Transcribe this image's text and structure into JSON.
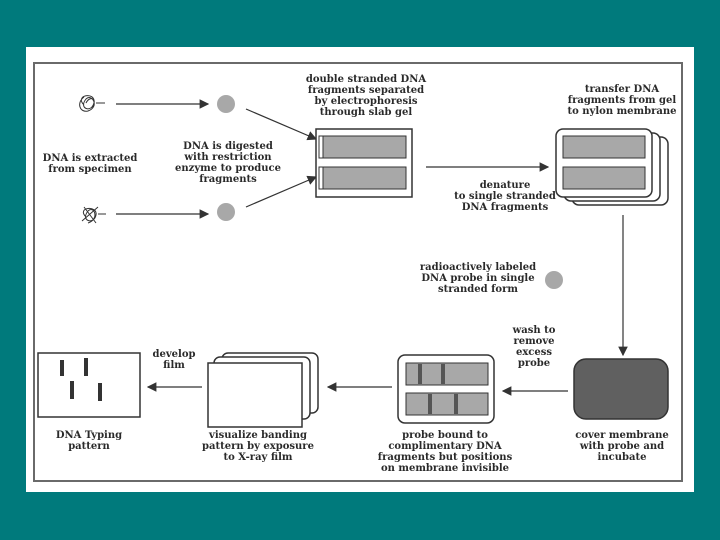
{
  "diagram": {
    "labels": {
      "extracted": "DNA is extracted\nfrom specimen",
      "digested": "DNA is digested\nwith restriction\nenzyme to produce\nfragments",
      "separated": "double stranded DNA\nfragments separated\nby electrophoresis\nthrough slab gel",
      "transfer": "transfer DNA\nfragments from gel\nto nylon membrane",
      "denature": "denature\nto single stranded\nDNA fragments",
      "probe": "radioactively labeled\nDNA probe in single\nstranded form",
      "wash": "wash to\nremove\nexcess\nprobe",
      "cover": "cover membrane\nwith probe and\nincubate",
      "bound": "probe bound to\ncomplimentary DNA\nfragments but positions\non membrane invisible",
      "visualize": "visualize banding\npattern by exposure\nto X-ray film",
      "develop": "develop\nfilm",
      "typing": "DNA Typing\npattern"
    },
    "colors": {
      "background": "#007a7c",
      "panel": "#ffffff",
      "fill_gray": "#a8a8a8",
      "fill_dark": "#606060",
      "stroke": "#333333"
    }
  }
}
